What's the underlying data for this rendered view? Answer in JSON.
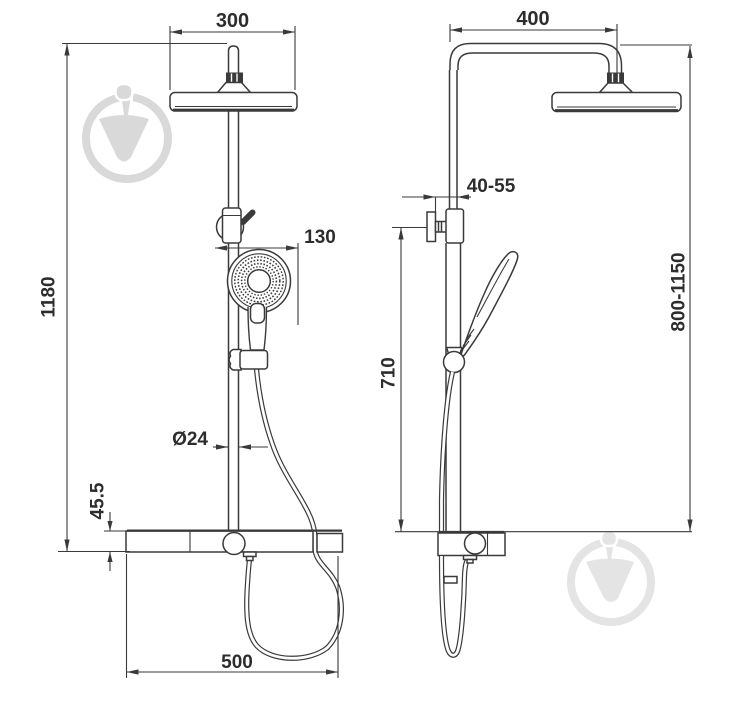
{
  "drawing": {
    "kind": "technical-dimension-drawing",
    "subject": "shower-column-system",
    "views": {
      "left": "front-view",
      "right": "side-view"
    },
    "colors": {
      "line": "#3a3a3a",
      "text": "#2d2d2d",
      "background": "#ffffff",
      "watermark_top_left": "#d9d9d9",
      "watermark_bottom_right": "#e4e4e4"
    },
    "watermark_icon": "trowel-in-circle-logo",
    "dimensions": {
      "front": {
        "head_width": "300",
        "total_height": "1180",
        "hand_shower_width": "130",
        "pipe_diameter": "Ø24",
        "shelf_thickness": "45.5",
        "shelf_width": "500"
      },
      "side": {
        "arm_reach": "400",
        "wall_offset": "40-55",
        "handshower_holder_height": "710",
        "install_height_range": "800-1150"
      }
    }
  }
}
